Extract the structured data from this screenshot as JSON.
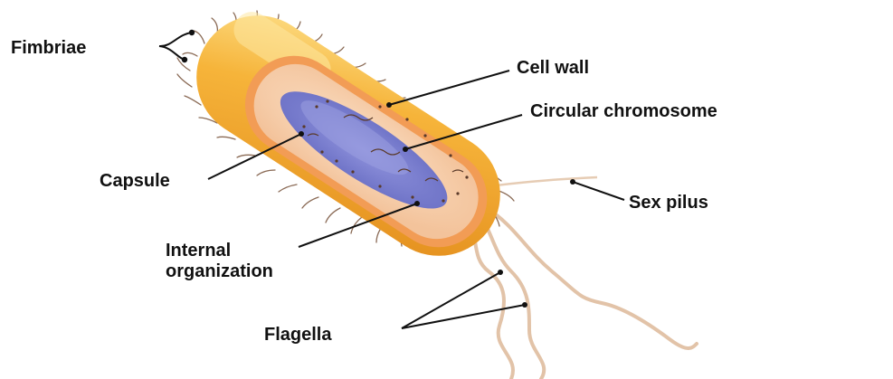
{
  "labels": {
    "fimbriae": "Fimbriae",
    "cell_wall": "Cell wall",
    "circular_chromosome": "Circular chromosome",
    "capsule": "Capsule",
    "sex_pilus": "Sex pilus",
    "internal_organization_line1": "Internal",
    "internal_organization_line2": "organization",
    "flagella": "Flagella"
  },
  "colors": {
    "capsule_outer": "#f0a628",
    "capsule_highlight": "#fbd874",
    "cell_wall": "#f19a52",
    "cytoplasm": "#f7cfae",
    "chromosome": "#7a7fd0",
    "flagella": "#e8c9b0",
    "leader_line": "#111111"
  }
}
